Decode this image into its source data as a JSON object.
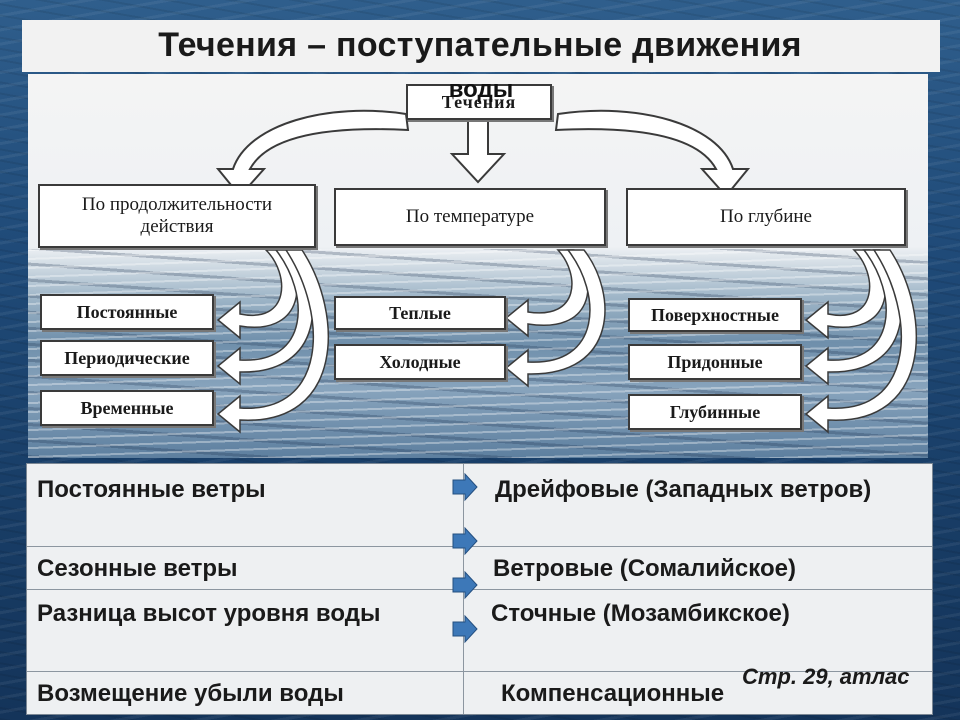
{
  "title": "Течения – поступательные движения",
  "scheme": {
    "root_label": "Течения",
    "root_overlay": "воды",
    "categories": [
      {
        "label": "По продолжительности действия",
        "items": [
          "Постоянные",
          "Периодические",
          "Временные"
        ]
      },
      {
        "label": "По температуре",
        "items": [
          "Теплые",
          "Холодные"
        ]
      },
      {
        "label": "По глубине",
        "items": [
          "Поверхностные",
          "Придонные",
          "Глубинные"
        ]
      }
    ]
  },
  "table": {
    "rows": [
      {
        "cause": "Постоянные ветры",
        "type": "Дрейфовые (Западных ветров)"
      },
      {
        "cause": "Сезонные ветры",
        "type": "Ветровые (Сомалийское)"
      },
      {
        "cause": "Разница высот уровня воды",
        "type": "Сточные (Мозамбикское)"
      },
      {
        "cause": "Возмещение убыли воды",
        "type": "Компенсационные"
      }
    ]
  },
  "note": "Стр. 29, атлас",
  "colors": {
    "arrow_fill": "#ffffff",
    "table_arrow": "#3d78b8",
    "box_border": "#3a3a3a"
  }
}
